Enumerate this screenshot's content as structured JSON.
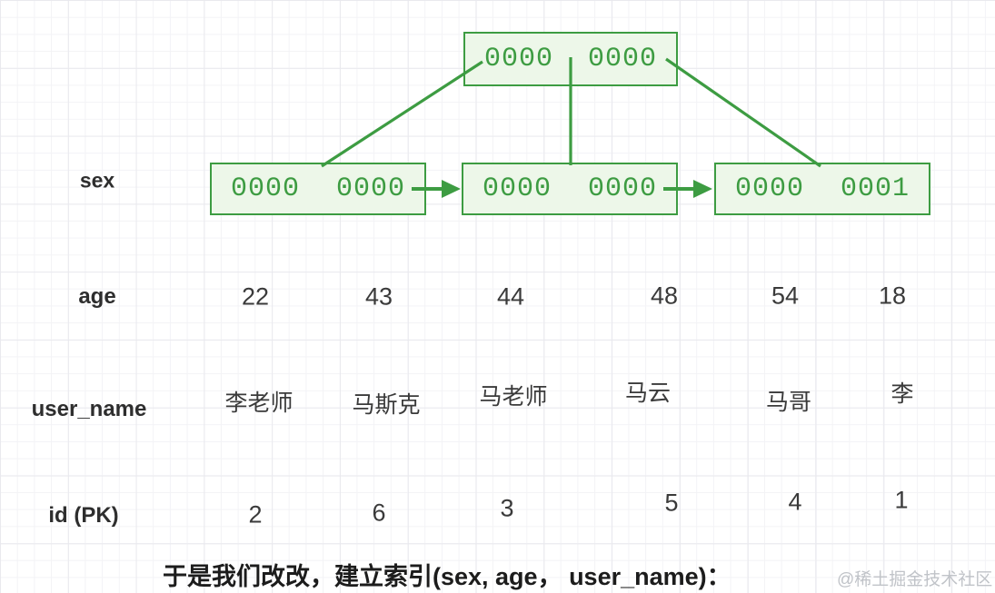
{
  "colors": {
    "accent_green": "#3d9c42",
    "node_fill": "#edf7e9",
    "grid_minor": "#f3f3f6",
    "grid_major": "#e9e9ee",
    "label_text": "#2e2e2e",
    "value_text": "#3a3a3a",
    "caption_text": "#1c1c1c",
    "watermark_text": "#c0c3c8"
  },
  "tree": {
    "root": {
      "cells": [
        "0000",
        "0000"
      ]
    },
    "leaves": [
      {
        "cells": [
          "0000",
          "0000"
        ]
      },
      {
        "cells": [
          "0000",
          "0000"
        ]
      },
      {
        "cells": [
          "0000",
          "0001"
        ]
      }
    ]
  },
  "rows": {
    "sex": {
      "label": "sex"
    },
    "age": {
      "label": "age",
      "values": [
        "22",
        "43",
        "44",
        "48",
        "54",
        "18"
      ]
    },
    "user_name": {
      "label": "user_name",
      "values": [
        "李老师",
        "马斯克",
        "马老师",
        "马云",
        "马哥",
        "李"
      ]
    },
    "id": {
      "label": "id (PK)",
      "values": [
        "2",
        "6",
        "3",
        "5",
        "4",
        "1"
      ]
    }
  },
  "caption": "于是我们改改，建立索引(sex, age， user_name)：",
  "watermark": "@稀土掘金技术社区"
}
